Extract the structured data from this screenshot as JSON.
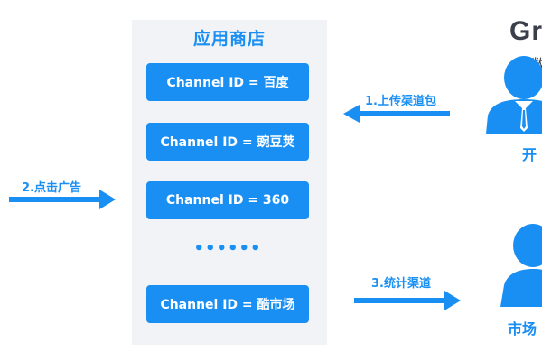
{
  "store": {
    "title": "应用商店",
    "channels": [
      "Channel ID = 百度",
      "Channel ID = 豌豆荚",
      "Channel ID = 360"
    ],
    "ellipsis": "••••••",
    "last_channel": "Channel ID = 酷市场"
  },
  "arrows": {
    "upload": "1.上传渠道包",
    "click_ad": "2.点击广告",
    "stat": "3.统计渠道"
  },
  "brand": {
    "logo_text": "Gr",
    "sub_text": "数"
  },
  "people": {
    "developer_label": "开",
    "market_label": "市场"
  },
  "colors": {
    "accent": "#1a8ff3",
    "panel_bg": "#f1f3f6",
    "brand_dark": "#3a3f4a"
  }
}
